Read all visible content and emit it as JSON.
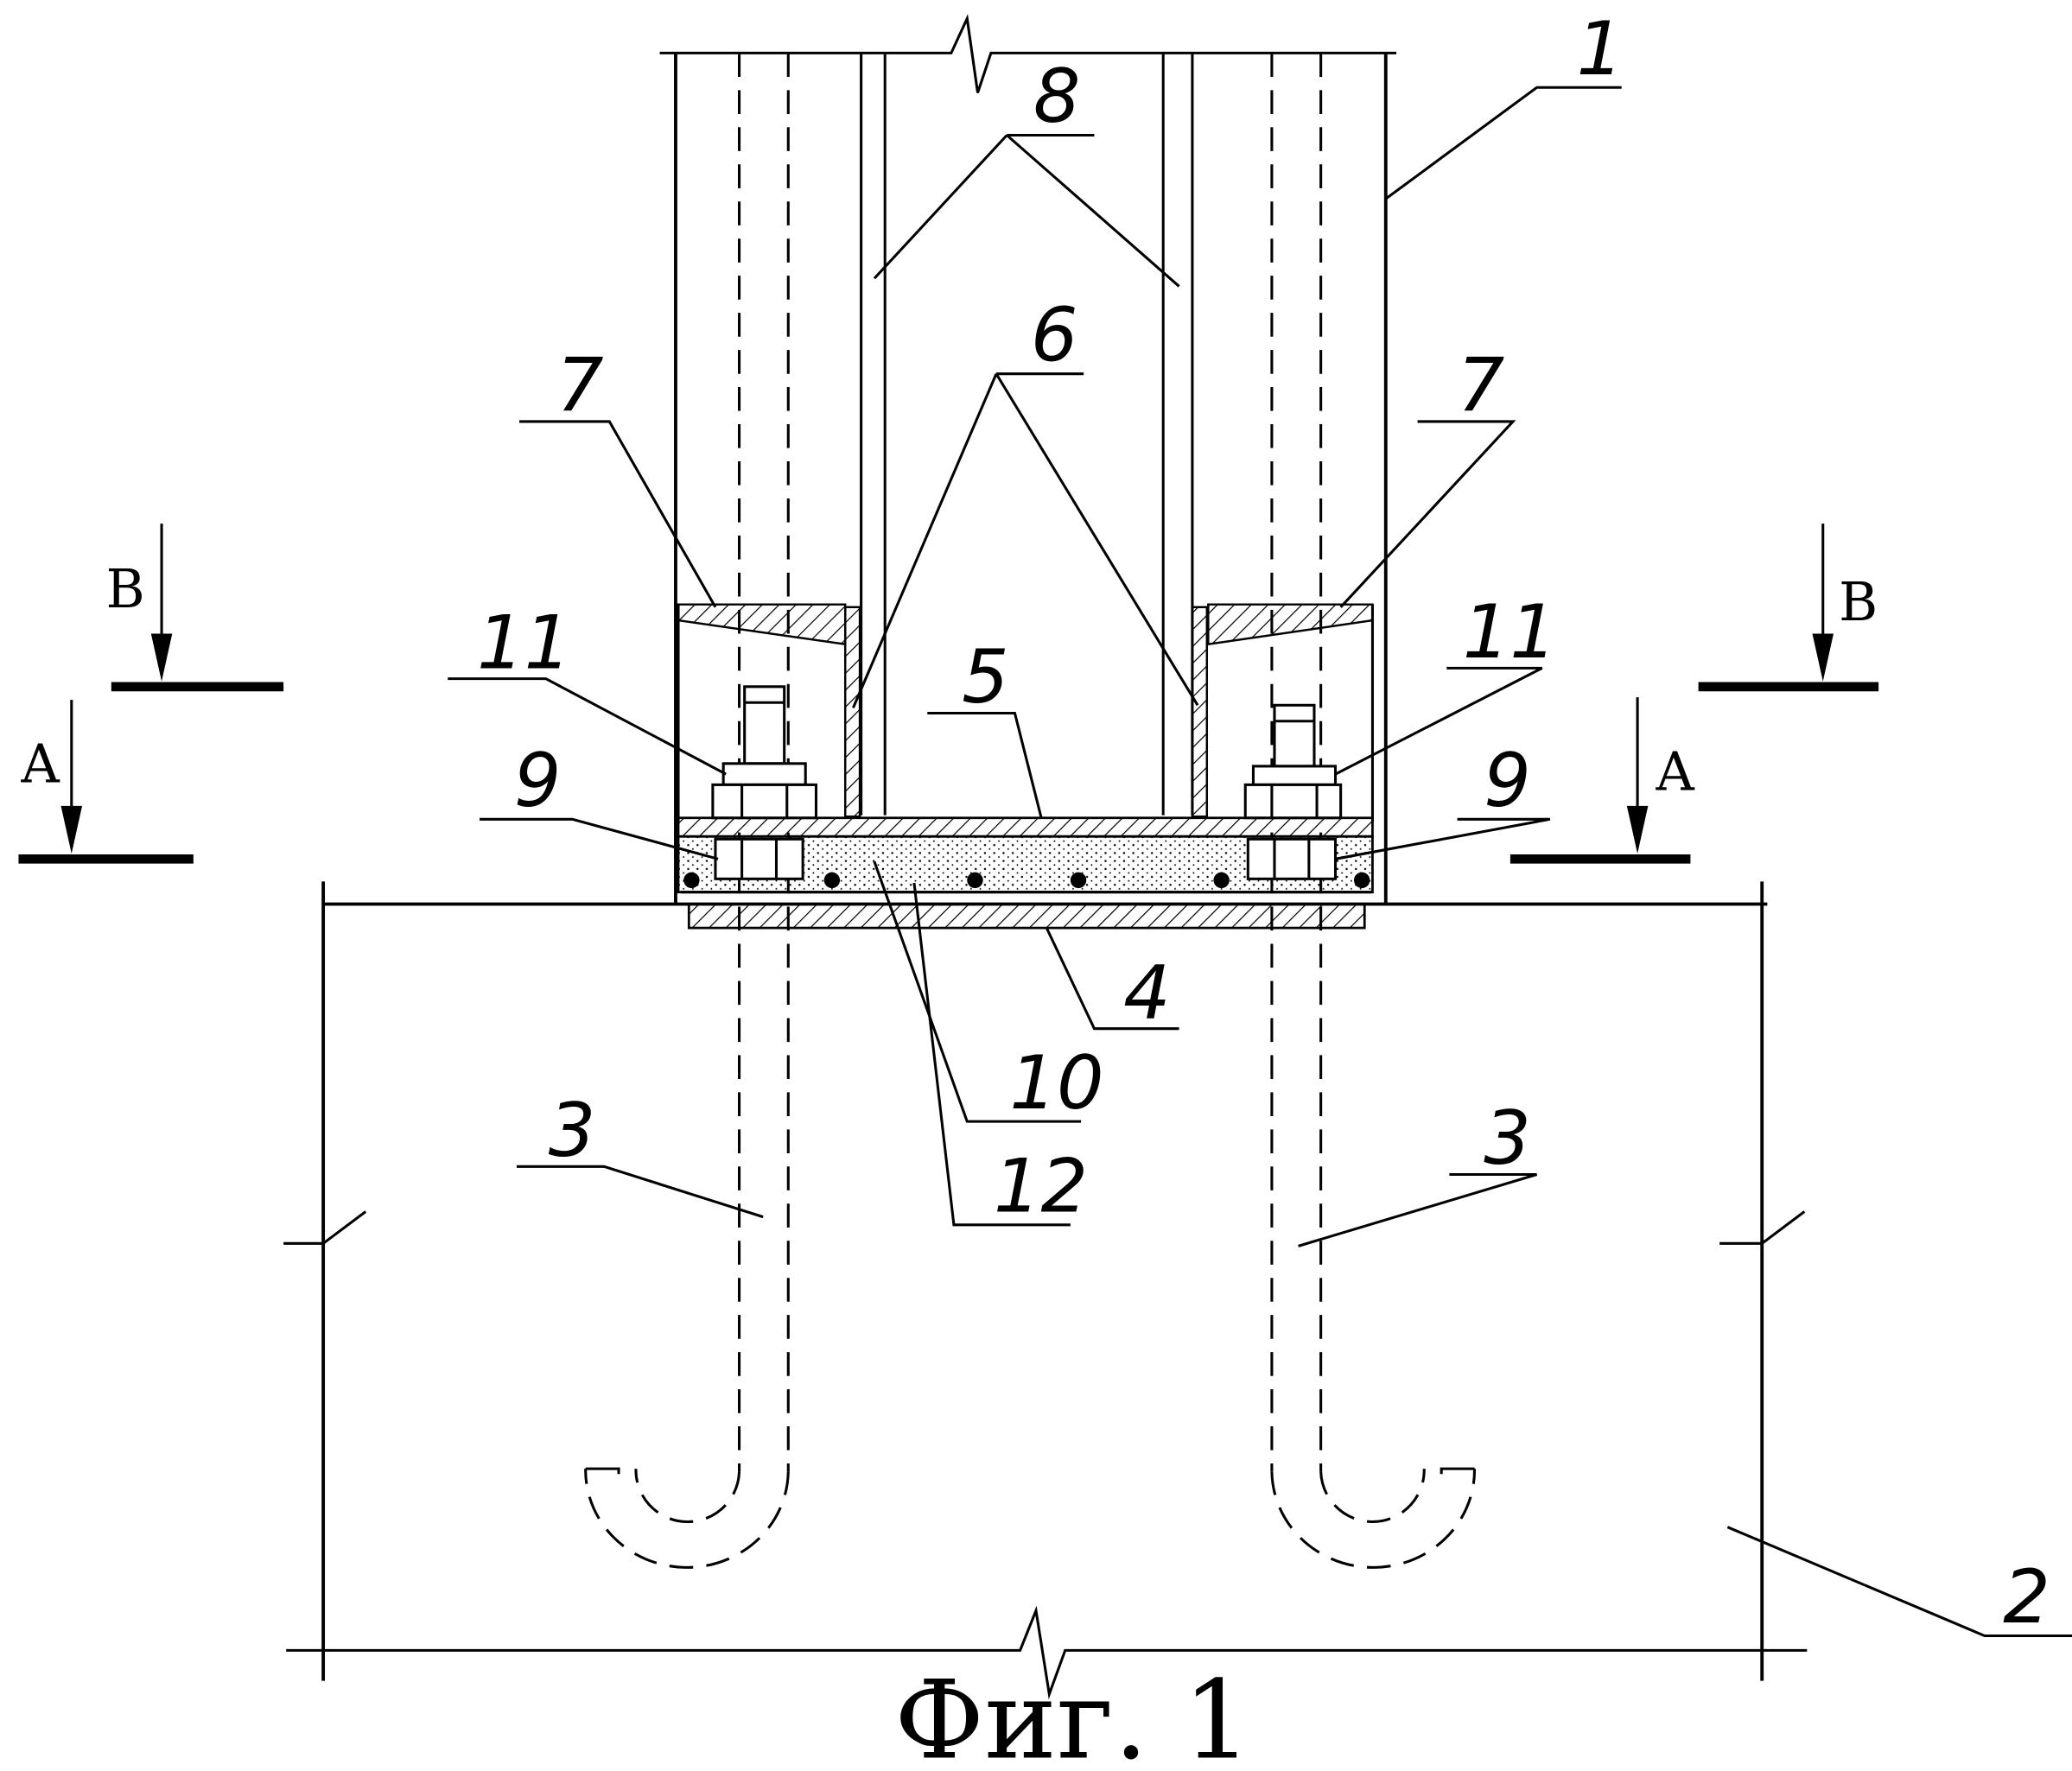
{
  "figure": {
    "caption": "Фиг. 1",
    "section_marks": {
      "a": "A",
      "b": "B"
    }
  },
  "callouts": [
    {
      "id": "c1",
      "text": "1"
    },
    {
      "id": "c2",
      "text": "2"
    },
    {
      "id": "c3l",
      "text": "3"
    },
    {
      "id": "c3r",
      "text": "3"
    },
    {
      "id": "c4",
      "text": "4"
    },
    {
      "id": "c5",
      "text": "5"
    },
    {
      "id": "c6",
      "text": "6"
    },
    {
      "id": "c7l",
      "text": "7"
    },
    {
      "id": "c7r",
      "text": "7"
    },
    {
      "id": "c8",
      "text": "8"
    },
    {
      "id": "c9l",
      "text": "9"
    },
    {
      "id": "c9r",
      "text": "9"
    },
    {
      "id": "c10",
      "text": "10"
    },
    {
      "id": "c11l",
      "text": "11"
    },
    {
      "id": "c11r",
      "text": "11"
    },
    {
      "id": "c12",
      "text": "12"
    }
  ],
  "colors": {
    "line": "#000000",
    "background": "#ffffff"
  }
}
